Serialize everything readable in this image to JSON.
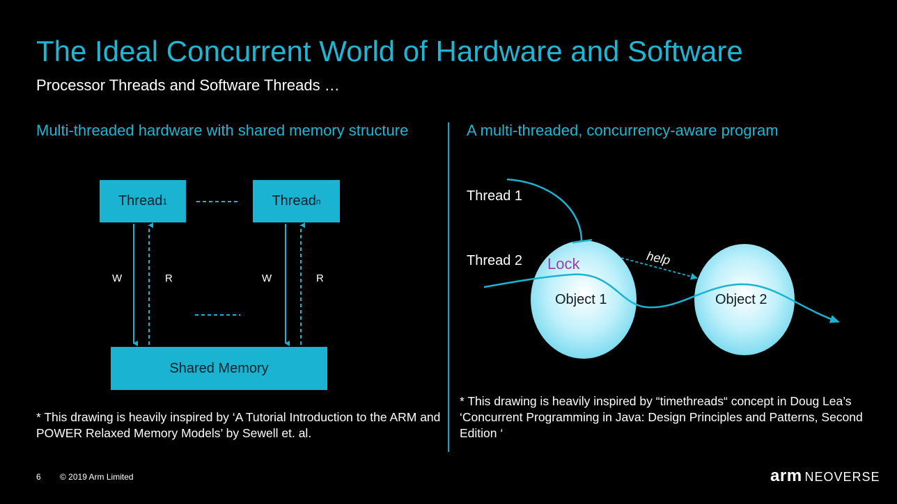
{
  "slide": {
    "title": "The Ideal Concurrent World of Hardware and Software",
    "subtitle": "Processor Threads and Software Threads …"
  },
  "left": {
    "heading": "Multi-threaded hardware with shared memory structure",
    "thread1_base": "Thread",
    "thread1_sub": "1",
    "threadn_base": "Thread",
    "threadn_sub": "n",
    "w1": "W",
    "r1": "R",
    "w2": "W",
    "r2": "R",
    "shared_memory": "Shared Memory",
    "note": "* This drawing is heavily inspired by ‘A Tutorial Introduction to the ARM and POWER Relaxed Memory Models’ by Sewell et. al."
  },
  "right": {
    "heading": "A multi-threaded, concurrency-aware program",
    "thread1": "Thread 1",
    "thread2": "Thread 2",
    "lock": "Lock",
    "help": "help",
    "object1": "Object 1",
    "object2": "Object 2",
    "note": "* This drawing is heavily inspired by “timethreads“ concept in Doug Lea’s ‘Concurrent Programming in Java: Design Principles and Patterns, Second Edition ‘"
  },
  "footer": {
    "page_number": "6",
    "copyright": "© 2019 Arm Limited",
    "logo_arm": "arm",
    "logo_neoverse": "NEOVERSE"
  },
  "colors": {
    "accent": "#1fb6d4",
    "box_fill": "#1ab4d2",
    "lock_text": "#9b3fb5"
  }
}
